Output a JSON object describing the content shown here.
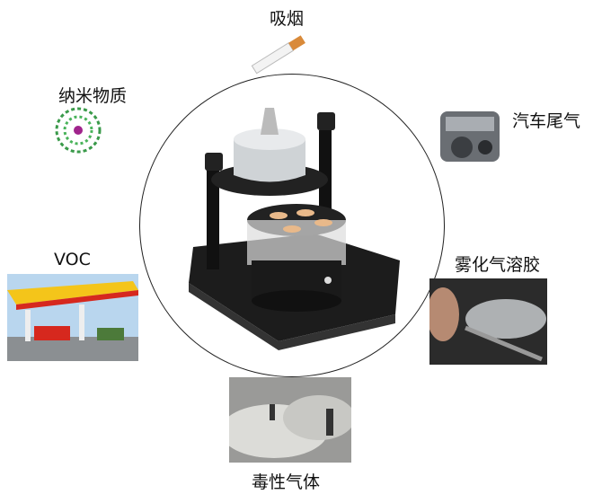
{
  "labels": {
    "smoking": "吸烟",
    "nanomaterials": "纳米物质",
    "vehicle_exhaust": "汽车尾气",
    "voc": "VOC",
    "aerosol": "雾化气溶胶",
    "toxic_gas": "毒性气体"
  }
}
